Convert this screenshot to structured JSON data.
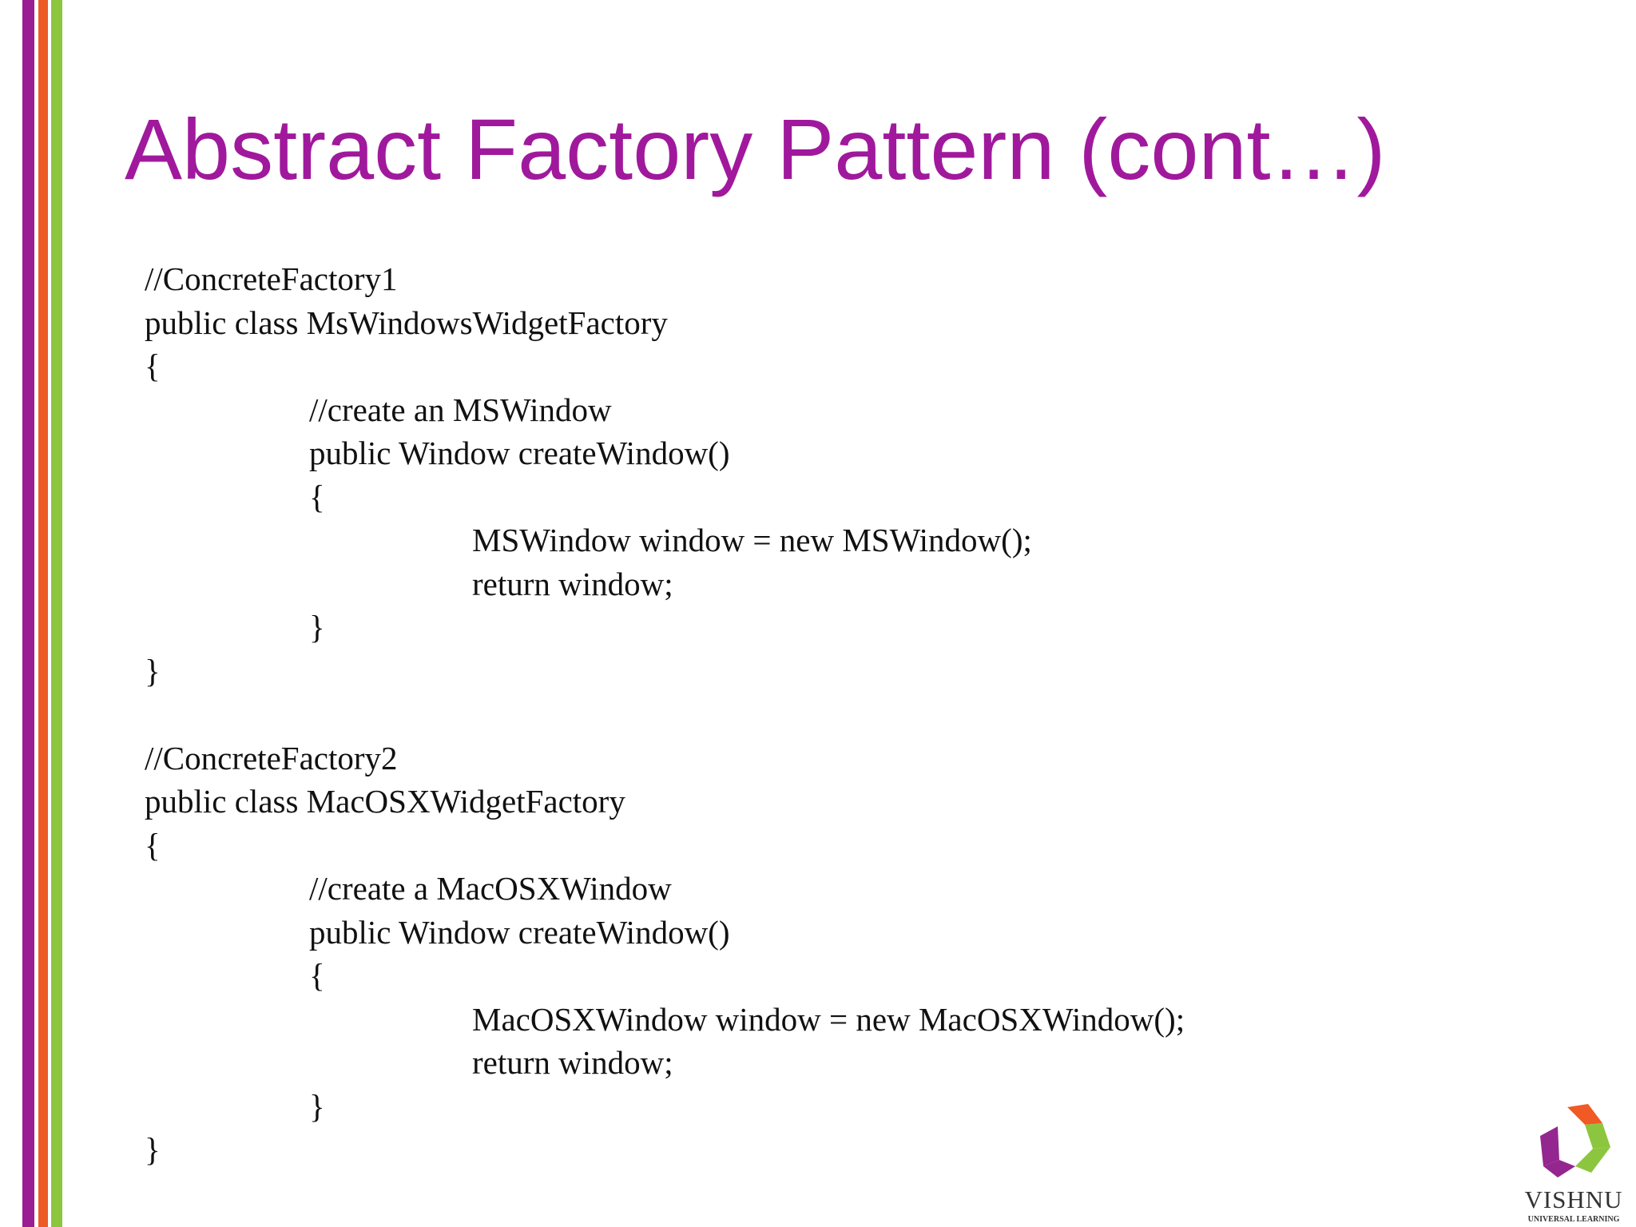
{
  "slide": {
    "title": "Abstract Factory Pattern (cont…)",
    "code_lines": [
      {
        "indent": 0,
        "text": "//ConcreteFactory1"
      },
      {
        "indent": 0,
        "text": "public class MsWindowsWidgetFactory"
      },
      {
        "indent": 0,
        "text": "{"
      },
      {
        "indent": 1,
        "text": "//create an MSWindow"
      },
      {
        "indent": 1,
        "text": "public Window createWindow()"
      },
      {
        "indent": 1,
        "text": "{"
      },
      {
        "indent": 2,
        "text": "MSWindow window = new MSWindow();"
      },
      {
        "indent": 2,
        "text": "return window;"
      },
      {
        "indent": 1,
        "text": "}"
      },
      {
        "indent": 0,
        "text": "}"
      },
      {
        "indent": 0,
        "text": ""
      },
      {
        "indent": 0,
        "text": "//ConcreteFactory2"
      },
      {
        "indent": 0,
        "text": "public class MacOSXWidgetFactory"
      },
      {
        "indent": 0,
        "text": "{"
      },
      {
        "indent": 1,
        "text": "//create a MacOSXWindow"
      },
      {
        "indent": 1,
        "text": "public Window createWindow()"
      },
      {
        "indent": 1,
        "text": "{"
      },
      {
        "indent": 2,
        "text": "MacOSXWindow window = new MacOSXWindow();"
      },
      {
        "indent": 2,
        "text": "return window;"
      },
      {
        "indent": 1,
        "text": "}"
      },
      {
        "indent": 0,
        "text": "}"
      }
    ]
  },
  "logo": {
    "name": "VISHNU",
    "subtitle": "UNIVERSAL LEARNING"
  },
  "colors": {
    "title": "#a0199c",
    "stripe_purple": "#9b1d93",
    "stripe_orange": "#ee5a24",
    "stripe_green": "#8cc63f"
  }
}
